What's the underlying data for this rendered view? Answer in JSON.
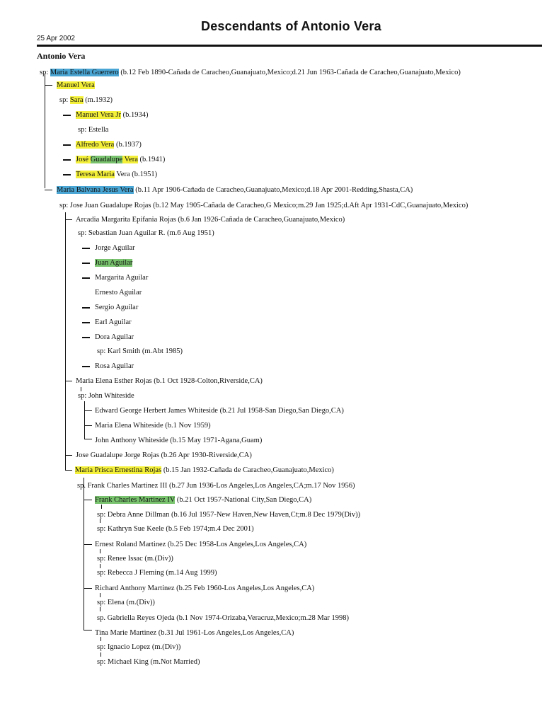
{
  "header": {
    "title": "Descendants of Antonio Vera",
    "date": "25 Apr 2002"
  },
  "root": "Antonio Vera",
  "colors": {
    "yellow": "#f4f03a",
    "green": "#79c36e",
    "blue": "#4aa6d4"
  },
  "lines": [
    {
      "segs": [
        {
          "t": "sp: "
        },
        {
          "t": "Maria Estella Guerrero",
          "hl": "b"
        },
        {
          "t": " (b.12 Feb 1890-Cañada de Caracheo,Guanajuato,Mexico;d.21 Jun 1963-Cañada de Caracheo,Guanajuato,Mexico)"
        }
      ]
    },
    {
      "segs": [
        {
          "t": "Manuel Vera",
          "hl": "y"
        }
      ]
    },
    {
      "segs": [
        {
          "t": "sp: "
        },
        {
          "t": "Sara",
          "hl": "y"
        },
        {
          "t": " (m.1932)"
        }
      ]
    },
    {
      "segs": [
        {
          "t": "Manuel Vera Jr",
          "hl": "y"
        },
        {
          "t": " (b.1934)"
        }
      ]
    },
    {
      "segs": [
        {
          "t": "sp: Estella"
        }
      ]
    },
    {
      "segs": [
        {
          "t": "Alfredo Vera",
          "hl": "y"
        },
        {
          "t": " (b.1937)"
        }
      ]
    },
    {
      "segs": [
        {
          "t": "José ",
          "hl": "y"
        },
        {
          "t": "Guadalupe",
          "hl": "g"
        },
        {
          "t": " Vera",
          "hl": "y"
        },
        {
          "t": " (b.1941)"
        }
      ]
    },
    {
      "segs": [
        {
          "t": "Teresa Maria",
          "hl": "y"
        },
        {
          "t": " Vera (b.1951)"
        }
      ]
    },
    {
      "segs": [
        {
          "t": "Maria Balvana Jesus Vera",
          "hl": "b"
        },
        {
          "t": " (b.11 Apr 1906-Cañada de Caracheo,Guanajuato,Mexico;d.18 Apr 2001-Redding,Shasta,CA)"
        }
      ]
    },
    {
      "segs": [
        {
          "t": "sp: Jose Juan Guadalupe Rojas (b.12 May 1905-Cañada de Caracheo,G Mexico;m.29 Jan 1925;d.Aft Apr 1931-CdC,Guanajuato,Mexico)"
        }
      ]
    },
    {
      "segs": [
        {
          "t": "Arcadia Margarita Epifania Rojas (b.6 Jan 1926-Cañada de Caracheo,Guanajuato,Mexico)"
        }
      ]
    },
    {
      "segs": [
        {
          "t": "sp: Sebastian Juan Aguilar R. (m.6 Aug 1951)"
        }
      ]
    },
    {
      "segs": [
        {
          "t": "Jorge Aguilar"
        }
      ]
    },
    {
      "segs": [
        {
          "t": "Juan Aguilar",
          "hl": "g"
        }
      ]
    },
    {
      "segs": [
        {
          "t": "Margarita Aguilar"
        }
      ]
    },
    {
      "segs": [
        {
          "t": "Ernesto Aguilar"
        }
      ]
    },
    {
      "segs": [
        {
          "t": "Sergio Aguilar"
        }
      ]
    },
    {
      "segs": [
        {
          "t": "Earl Aguilar"
        }
      ]
    },
    {
      "segs": [
        {
          "t": "Dora Aguilar"
        }
      ]
    },
    {
      "segs": [
        {
          "t": "sp: Karl Smith (m.Abt 1985)"
        }
      ]
    },
    {
      "segs": [
        {
          "t": "Rosa Aguilar"
        }
      ]
    },
    {
      "segs": [
        {
          "t": "Maria Elena Esther Rojas (b.1 Oct 1928-Colton,Riverside,CA)"
        }
      ]
    },
    {
      "segs": [
        {
          "t": "sp: John Whiteside"
        }
      ]
    },
    {
      "segs": [
        {
          "t": "Edward George Herbert James Whiteside (b.21 Jul 1958-San Diego,San Diego,CA)"
        }
      ]
    },
    {
      "segs": [
        {
          "t": "Maria Elena Whiteside (b.1 Nov 1959)"
        }
      ]
    },
    {
      "segs": [
        {
          "t": "John Anthony Whiteside (b.15 May 1971-Agana,Guam)"
        }
      ]
    },
    {
      "segs": [
        {
          "t": "Jose Guadalupe Jorge Rojas (b.26 Apr 1930-Riverside,CA)"
        }
      ]
    },
    {
      "segs": [
        {
          "t": "Maria Prisca Ernestina Rojas",
          "hl": "y"
        },
        {
          "t": " (b.15 Jan 1932-Cañada de Caracheo,Guanajuato,Mexico)"
        }
      ]
    },
    {
      "segs": [
        {
          "t": "sp. Frank Charles Martinez III (b.27 Jun 1936-Los Angeles,Los Angeles,CA;m.17 Nov 1956)"
        }
      ]
    },
    {
      "segs": [
        {
          "t": "Frank Charles Martinez IV",
          "hl": "g"
        },
        {
          "t": " (b.21 Oct 1957-National City,San Diego,CA)"
        }
      ]
    },
    {
      "segs": [
        {
          "t": "sp: Debra Anne Dillman (b.16 Jul 1957-New Haven,New Haven,Ct;m.8 Dec 1979(Div))"
        }
      ]
    },
    {
      "segs": [
        {
          "t": "sp: Kathryn Sue Keele (b.5 Feb 1974;m.4 Dec 2001)"
        }
      ]
    },
    {
      "segs": [
        {
          "t": "Ernest Roland Martinez (b.25 Dec 1958-Los Angeles,Los Angeles,CA)"
        }
      ]
    },
    {
      "segs": [
        {
          "t": "sp: Renee Issac (m.(Div))"
        }
      ]
    },
    {
      "segs": [
        {
          "t": "sp: Rebecca J Fleming (m.14 Aug 1999)"
        }
      ]
    },
    {
      "segs": [
        {
          "t": "Richard Anthony Martinez (b.25 Feb 1960-Los Angeles,Los Angeles,CA)"
        }
      ]
    },
    {
      "segs": [
        {
          "t": "sp: Elena (m.(Div))"
        }
      ]
    },
    {
      "segs": [
        {
          "t": "sp. Gabriella Reyes Ojeda (b.1 Nov 1974-Orizaba,Veracruz,Mexico;m.28 Mar 1998)"
        }
      ]
    },
    {
      "segs": [
        {
          "t": "Tina Marie Martinez (b.31 Jul 1961-Los Angeles,Los Angeles,CA)"
        }
      ]
    },
    {
      "segs": [
        {
          "t": "sp: Ignacio Lopez (m.(Div))"
        }
      ]
    },
    {
      "segs": [
        {
          "t": "sp: Michael King (m.Not Married)"
        }
      ]
    }
  ]
}
